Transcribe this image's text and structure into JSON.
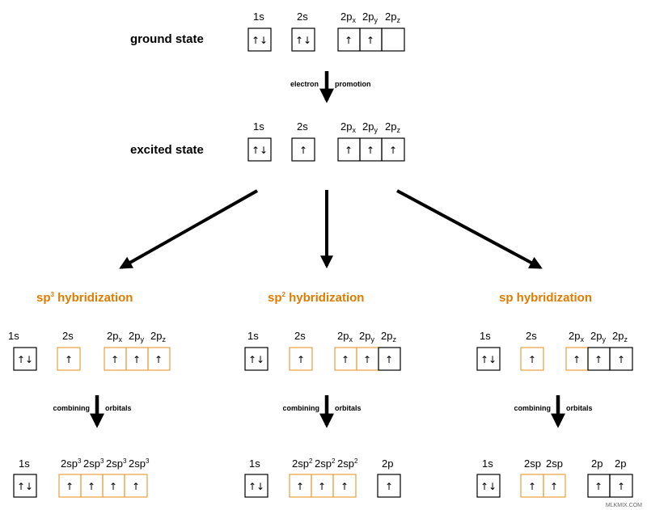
{
  "colors": {
    "black": "#000000",
    "orange": "#E8A03C",
    "hybrid_text": "#E07B00"
  },
  "ground": {
    "title": "ground state",
    "orbitals": [
      {
        "label": "1s",
        "electrons": "↑↓"
      },
      {
        "label": "2s",
        "electrons": "↑↓"
      },
      {
        "label": "2px",
        "electrons": "↑"
      },
      {
        "label": "2py",
        "electrons": "↑"
      },
      {
        "label": "2pz",
        "electrons": ""
      }
    ]
  },
  "promotion": {
    "left": "electron",
    "right": "promotion"
  },
  "excited": {
    "title": "excited state",
    "orbitals": [
      {
        "label": "1s",
        "electrons": "↑↓"
      },
      {
        "label": "2s",
        "electrons": "↑"
      },
      {
        "label": "2px",
        "electrons": "↑"
      },
      {
        "label": "2py",
        "electrons": "↑"
      },
      {
        "label": "2pz",
        "electrons": "↑"
      }
    ]
  },
  "combining": {
    "left": "combining",
    "right": "orbitals"
  },
  "sp3": {
    "title": "sp3 hybridization",
    "before": [
      "1s",
      "2s",
      "2px",
      "2py",
      "2pz"
    ],
    "after": {
      "core": "1s",
      "hybrid": [
        "2sp3",
        "2sp3",
        "2sp3",
        "2sp3"
      ]
    }
  },
  "sp2": {
    "title": "sp2 hybridization",
    "before": [
      "1s",
      "2s",
      "2px",
      "2py",
      "2pz"
    ],
    "after": {
      "core": "1s",
      "hybrid": [
        "2sp2",
        "2sp2",
        "2sp2"
      ],
      "unhybrid": [
        "2p"
      ]
    }
  },
  "sp": {
    "title": "sp hybridization",
    "before": [
      "1s",
      "2s",
      "2px",
      "2py",
      "2pz"
    ],
    "after": {
      "core": "1s",
      "hybrid": [
        "2sp",
        "2sp"
      ],
      "unhybrid": [
        "2p",
        "2p"
      ]
    }
  },
  "watermark": "MLKMIX.COM"
}
